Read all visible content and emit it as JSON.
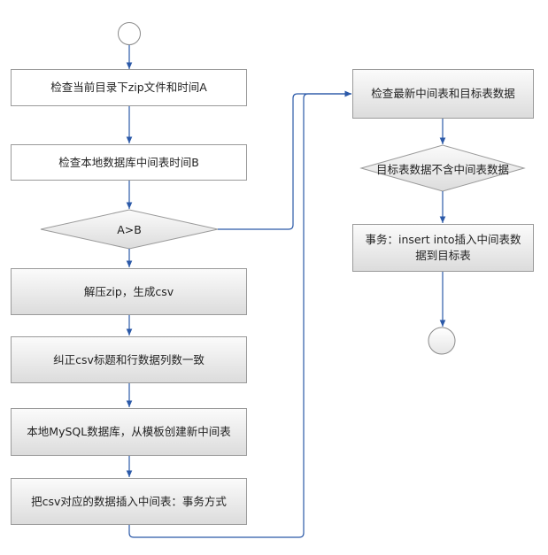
{
  "nodes": {
    "check_zip": "检查当前目录下zip文件和时间A",
    "check_db": "检查本地数据库中间表时间B",
    "compare": "A>B",
    "unzip": "解压zip，生成csv",
    "fix_csv": "纠正csv标题和行数据列数一致",
    "create_table": "本地MySQL数据库，从模板创建新中间表",
    "insert_csv": "把csv对应的数据插入中间表：事务方式",
    "check_latest": "检查最新中间表和目标表数据",
    "target_missing": "目标表数据不含中间表数据",
    "transaction_insert": "事务：insert into插入中间表数据到目标表"
  },
  "colors": {
    "edge": "#2b59a8",
    "border": "#9a9a9a"
  }
}
